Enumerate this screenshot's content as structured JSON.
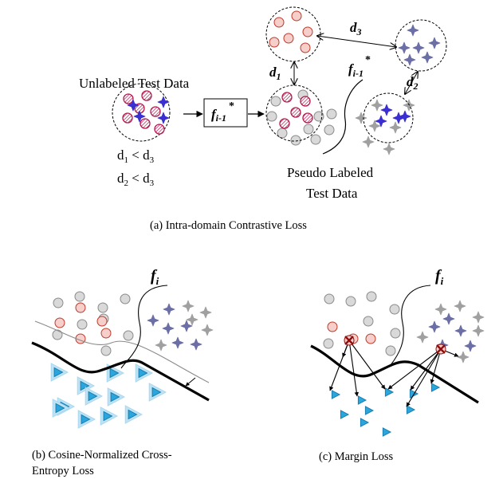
{
  "panel_a": {
    "unlabeled_title": "Unlabeled Test Data",
    "function_box": "f",
    "function_sub": "i-1",
    "function_sup": "*",
    "boundary_label": "f",
    "boundary_sub": "i-1",
    "boundary_sup": "*",
    "d1_base": "d",
    "d1_sub": "1",
    "d2_base": "d",
    "d2_sub": "2",
    "d3_base": "d",
    "d3_sub": "3",
    "ineq1_left": "d",
    "ineq1_left_sub": "1",
    "ineq1_op": " < ",
    "ineq1_right": "d",
    "ineq1_right_sub": "3",
    "ineq2_left": "d",
    "ineq2_left_sub": "2",
    "ineq2_op": " < ",
    "ineq2_right": "d",
    "ineq2_right_sub": "3",
    "pseudo_line1": "Pseudo Labeled",
    "pseudo_line2": "Test Data",
    "caption": "(a)  Intra-domain Contrastive Loss"
  },
  "panel_b": {
    "boundary_label": "f",
    "boundary_sub": "i",
    "caption_line1": "(b)   Cosine-Normalized   Cross-",
    "caption_line2": "Entropy Loss"
  },
  "panel_c": {
    "boundary_label": "f",
    "boundary_sub": "i",
    "caption": "(c)  Margin Loss"
  },
  "colors": {
    "pink_fill": "#f6cfcb",
    "red_edge": "#c0392b",
    "gray_fill": "#d9d9d9",
    "gray_edge": "#8a8a8a",
    "hatch_edge": "#b5174f",
    "blue_star": "#3a2fd0",
    "purple_star": "#6b6fa6",
    "gray_star": "#a0a0a0",
    "tri_fill": "#2aa6dc",
    "tri_halo": "#bfe3f4",
    "cross_red": "#8e0d0d"
  }
}
